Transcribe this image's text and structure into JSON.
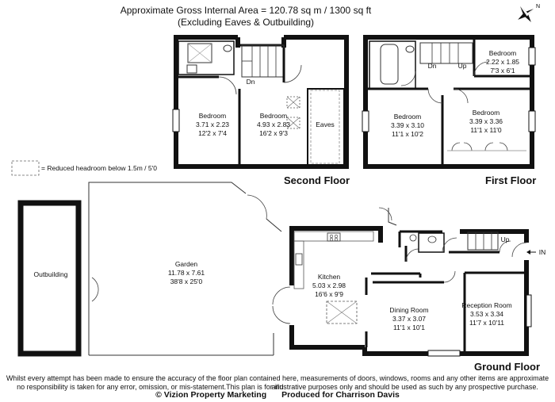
{
  "header": {
    "area_line": "Approximate Gross Internal Area = 120.78 sq m / 1300 sq ft",
    "note_line": "(Excluding Eaves & Outbuilding)"
  },
  "floors": {
    "second": "Second Floor",
    "first": "First Floor",
    "ground": "Ground Floor"
  },
  "legend": {
    "reduced_headroom": "= Reduced headroom below 1.5m / 5'0"
  },
  "compass": {
    "north": "N"
  },
  "rooms": {
    "second_bed_small": {
      "name": "Bedroom",
      "metric": "3.71 x 2.23",
      "imperial": "12'2 x 7'4"
    },
    "second_bed_large": {
      "name": "Bedroom",
      "metric": "4.93 x 2.83",
      "imperial": "16'2 x 9'3"
    },
    "eaves": {
      "name": "Eaves"
    },
    "first_bed_top": {
      "name": "Bedroom",
      "metric": "2.22 x 1.85",
      "imperial": "7'3 x 6'1"
    },
    "first_bed_left": {
      "name": "Bedroom",
      "metric": "3.39 x 3.10",
      "imperial": "11'1 x 10'2"
    },
    "first_bed_right": {
      "name": "Bedroom",
      "metric": "3.39 x 3.36",
      "imperial": "11'1 x 11'0"
    },
    "garden": {
      "name": "Garden",
      "metric": "11.78 x 7.61",
      "imperial": "38'8 x 25'0"
    },
    "outbuilding": {
      "name": "Outbuilding"
    },
    "kitchen": {
      "name": "Kitchen",
      "metric": "5.03 x 2.98",
      "imperial": "16'6 x 9'9"
    },
    "dining": {
      "name": "Dining Room",
      "metric": "3.37 x 3.07",
      "imperial": "11'1 x 10'1"
    },
    "reception": {
      "name": "Reception Room",
      "metric": "3.53  x 3.34",
      "imperial": "11'7 x 10'11"
    }
  },
  "stairs": {
    "second_dn": "Dn",
    "first_dn": "Dn",
    "first_up": "Up",
    "ground_up": "Up",
    "entrance": "IN"
  },
  "footer": {
    "disclaimer_1": "Whilst every attempt has been made to ensure the accuracy of the floor plan contained here, measurements of doors, windows, rooms and any other items are approximate and",
    "disclaimer_2": "no responsibility is taken for any error, omission, or mis-statement.This plan is for illustrative purposes only and should be used as such by any prospective purchase.",
    "copyright": "© Vizion Property Marketing",
    "produced_for": "Produced for Charrison Davis"
  }
}
